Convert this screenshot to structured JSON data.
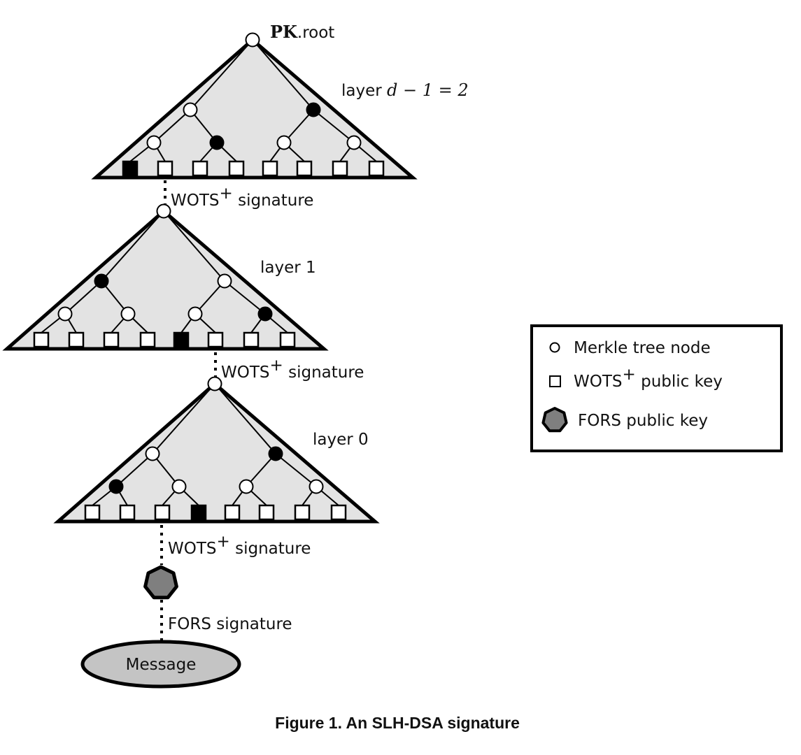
{
  "diagram": {
    "root_label_bold": "PK",
    "root_label_rest": ".root",
    "layers": [
      {
        "id": "layer-2",
        "label_text": "layer ",
        "label_math": "d − 1 = 2",
        "leaf_highlight_index": 0,
        "level1_highlight": [
          1
        ],
        "level2_highlight": [
          1
        ]
      },
      {
        "id": "layer-1",
        "label_text": "layer 1",
        "label_math": "",
        "leaf_highlight_index": 4,
        "level1_highlight": [
          3
        ],
        "level2_highlight": [
          0
        ]
      },
      {
        "id": "layer-0",
        "label_text": "layer 0",
        "label_math": "",
        "leaf_highlight_index": 3,
        "level1_highlight": [
          0
        ],
        "level2_highlight": [
          1
        ]
      }
    ],
    "connectors": [
      {
        "label": "WOTS",
        "sup": "+",
        "rest": " signature"
      },
      {
        "label": "WOTS",
        "sup": "+",
        "rest": " signature"
      },
      {
        "label": "WOTS",
        "sup": "+",
        "rest": " signature"
      },
      {
        "label": "FORS signature",
        "sup": "",
        "rest": ""
      }
    ],
    "message_label": "Message",
    "legend": {
      "items": [
        {
          "icon": "circle-icon",
          "label": "Merkle tree node",
          "sup": "",
          "rest": ""
        },
        {
          "icon": "square-icon",
          "label": "WOTS",
          "sup": "+",
          "rest": " public key"
        },
        {
          "icon": "heptagon-icon",
          "label": "FORS public key",
          "sup": "",
          "rest": ""
        }
      ]
    },
    "caption": "Figure 1. An SLH-DSA signature",
    "colors": {
      "tree_fill": "#e3e3e3",
      "fors_fill": "#7f7f7f",
      "message_fill": "#c4c4c4",
      "stroke": "#000000"
    }
  }
}
